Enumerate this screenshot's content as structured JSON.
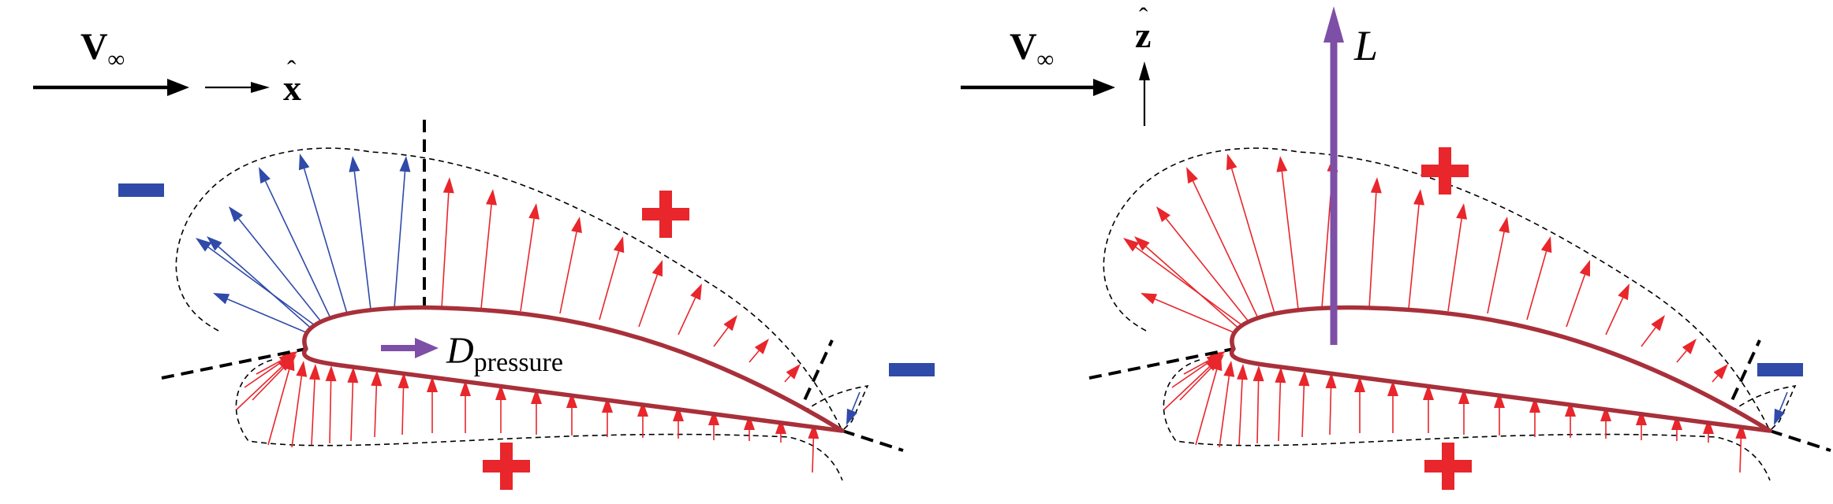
{
  "diagram": {
    "left_panel": {
      "freestream_label": "V",
      "freestream_subscript": "∞",
      "axis_hat": "ˆ",
      "axis_label": "x",
      "drag_label": "D",
      "drag_subscript": "pressure",
      "minus_regions": 2,
      "plus_regions": 2
    },
    "right_panel": {
      "freestream_label": "V",
      "freestream_subscript": "∞",
      "axis_hat": "ˆ",
      "axis_label": "z",
      "lift_label": "L",
      "minus_regions": 1,
      "plus_regions": 2
    }
  },
  "colors": {
    "airfoil": "#a8303a",
    "suction": "#2f4aa8",
    "pressure": "#e8262b",
    "resultant": "#7e4fa6",
    "sign_minus": "#2f4aa8",
    "sign_plus": "#e8262b",
    "ink": "#000000"
  }
}
